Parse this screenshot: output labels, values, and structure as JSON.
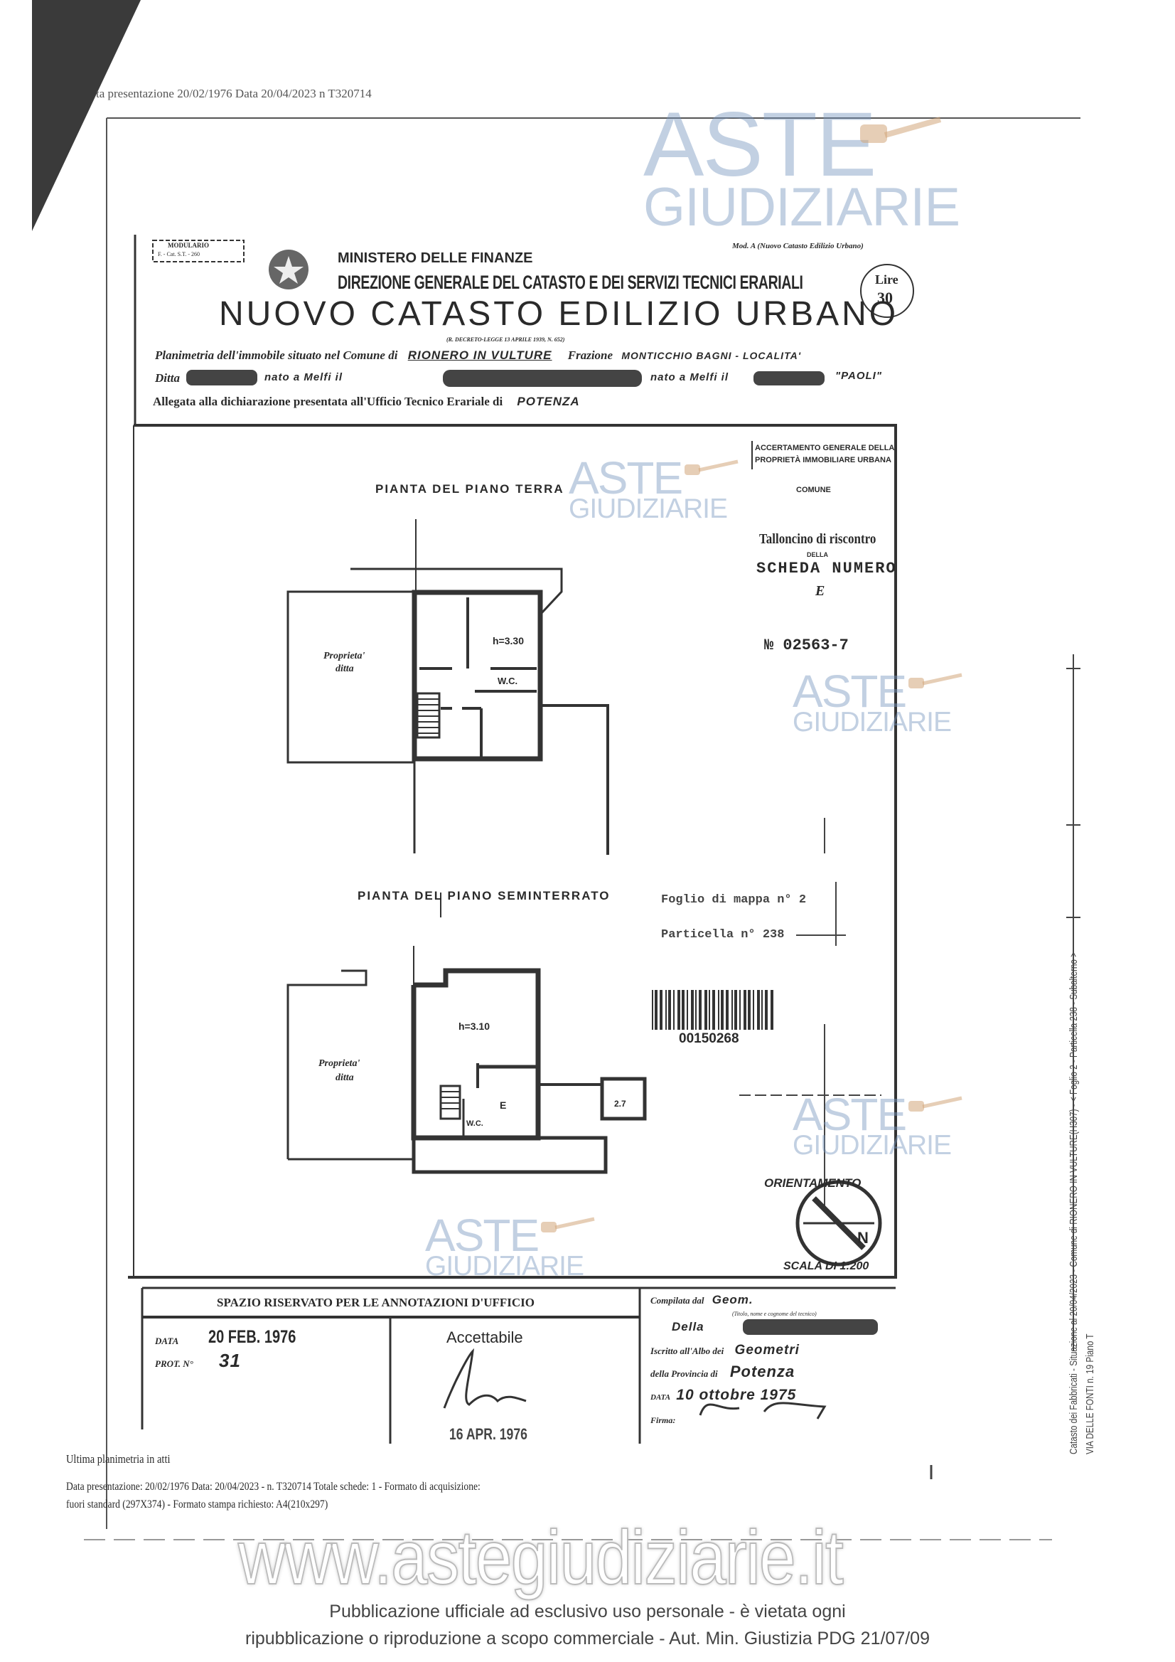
{
  "scan_header": "ta presentazione 20/02/1976  Data 20/04/2023  n T320714",
  "form": {
    "modulario": [
      "MODULARIO",
      "F. - Cat. S.T. - 260"
    ],
    "ministry": "MINISTERO DELLE FINANZE",
    "direction": "DIREZIONE GENERALE DEL CATASTO E DEI SERVIZI TECNICI ERARIALI",
    "model": "Mod. A (Nuovo Catasto Edilizio Urbano)",
    "stamp_lire": "Lire",
    "stamp_value": "30",
    "title": "NUOVO CATASTO EDILIZIO URBANO",
    "decree": "(R. DECRETO-LEGGE 13 APRILE 1939, N. 652)",
    "planimetria_label": "Planimetria dell'immobile situato nel Comune di",
    "comune": "RIONERO IN VULTURE",
    "frazione_label": "Frazione",
    "frazione": "MONTICCHIO BAGNI - LOCALITA'",
    "ditta_label": "Ditta",
    "nato1": "nato a Melfi il",
    "nato2": "nato a Melfi il",
    "localita": "\"PAOLI\"",
    "allegata_label": "Allegata alla dichiarazione presentata all'Ufficio Tecnico Erariale di",
    "ufficio": "POTENZA"
  },
  "talloncino": {
    "line1": "ACCERTAMENTO GENERALE DELLA",
    "line2": "PROPRIETÀ IMMOBILIARE URBANA",
    "comune": "COMUNE",
    "title": "Talloncino di riscontro",
    "della": "DELLA",
    "scheda": "SCHEDA NUMERO",
    "letter": "E",
    "number": "№ 02563-7"
  },
  "plans": {
    "ground_title": "PIANTA DEL PIANO TERRA",
    "ground_height": "h=3.30",
    "ground_property": [
      "Proprieta'",
      "ditta"
    ],
    "ground_wc": "W.C.",
    "basement_title": "PIANTA DEL PIANO SEMINTERRATO",
    "basement_height": "h=3.10",
    "basement_property": [
      "Proprieta'",
      "ditta"
    ],
    "basement_wc": "W.C.",
    "basement_e": "E",
    "basement_small": "2.7",
    "foglio": "Foglio di mappa n° 2",
    "particella": "Particella n° 238",
    "barcode_number": "00150268",
    "orientamento": "ORIENTAMENTO",
    "north": "N",
    "scala": "SCALA DI 1:200"
  },
  "office": {
    "header": "SPAZIO RISERVATO PER LE ANNOTAZIONI D'UFFICIO",
    "data_label": "DATA",
    "data_value": "20 FEB. 1976",
    "prot_label": "PROT. N°",
    "prot_value": "31",
    "accettabile": "Accettabile",
    "stamp_date": "16 APR. 1976"
  },
  "compiled": {
    "by_label": "Compilata dal",
    "by_value": "Geom.",
    "title_hint": "(Titolo, nome e cognome del tecnico)",
    "della": "Della",
    "albo_label": "Iscritto all'Albo dei",
    "albo_value": "Geometri",
    "provincia_label": "della Provincia di",
    "provincia_value": "Potenza",
    "date_label": "DATA",
    "date_value": "10 ottobre 1975",
    "firma_label": "Firma:"
  },
  "footer": {
    "line1": "Ultima planimetria in atti",
    "line2": "Data presentazione: 20/02/1976   Data: 20/04/2023 - n. T320714  Totale schede: 1 - Formato di acquisizione:",
    "line3": "fuori standard (297X374) - Formato stampa richiesto: A4(210x297)"
  },
  "side": {
    "line1": "Catasto dei Fabbricati - Situazione al 20/04/2023 - Comune di RIONERO IN VULTURE(H307) - < Foglio 2 - Particella 238 - Subalterno >",
    "line2": "VIA DELLE FONTI n. 19 Piano T"
  },
  "watermark": {
    "aste": "ASTE",
    "giudiziarie": "GIUDIZIARIE",
    "site": "www.astegiudiziarie.it",
    "notice1": "Pubblicazione ufficiale ad esclusivo uso personale - è vietata ogni",
    "notice2": "ripubblicazione o riproduzione a scopo commerciale - Aut. Min. Giustizia PDG 21/07/09"
  },
  "colors": {
    "ink": "#2a2a2a",
    "watermark_blue": "#7896be",
    "gavel": "#d2a57a"
  }
}
